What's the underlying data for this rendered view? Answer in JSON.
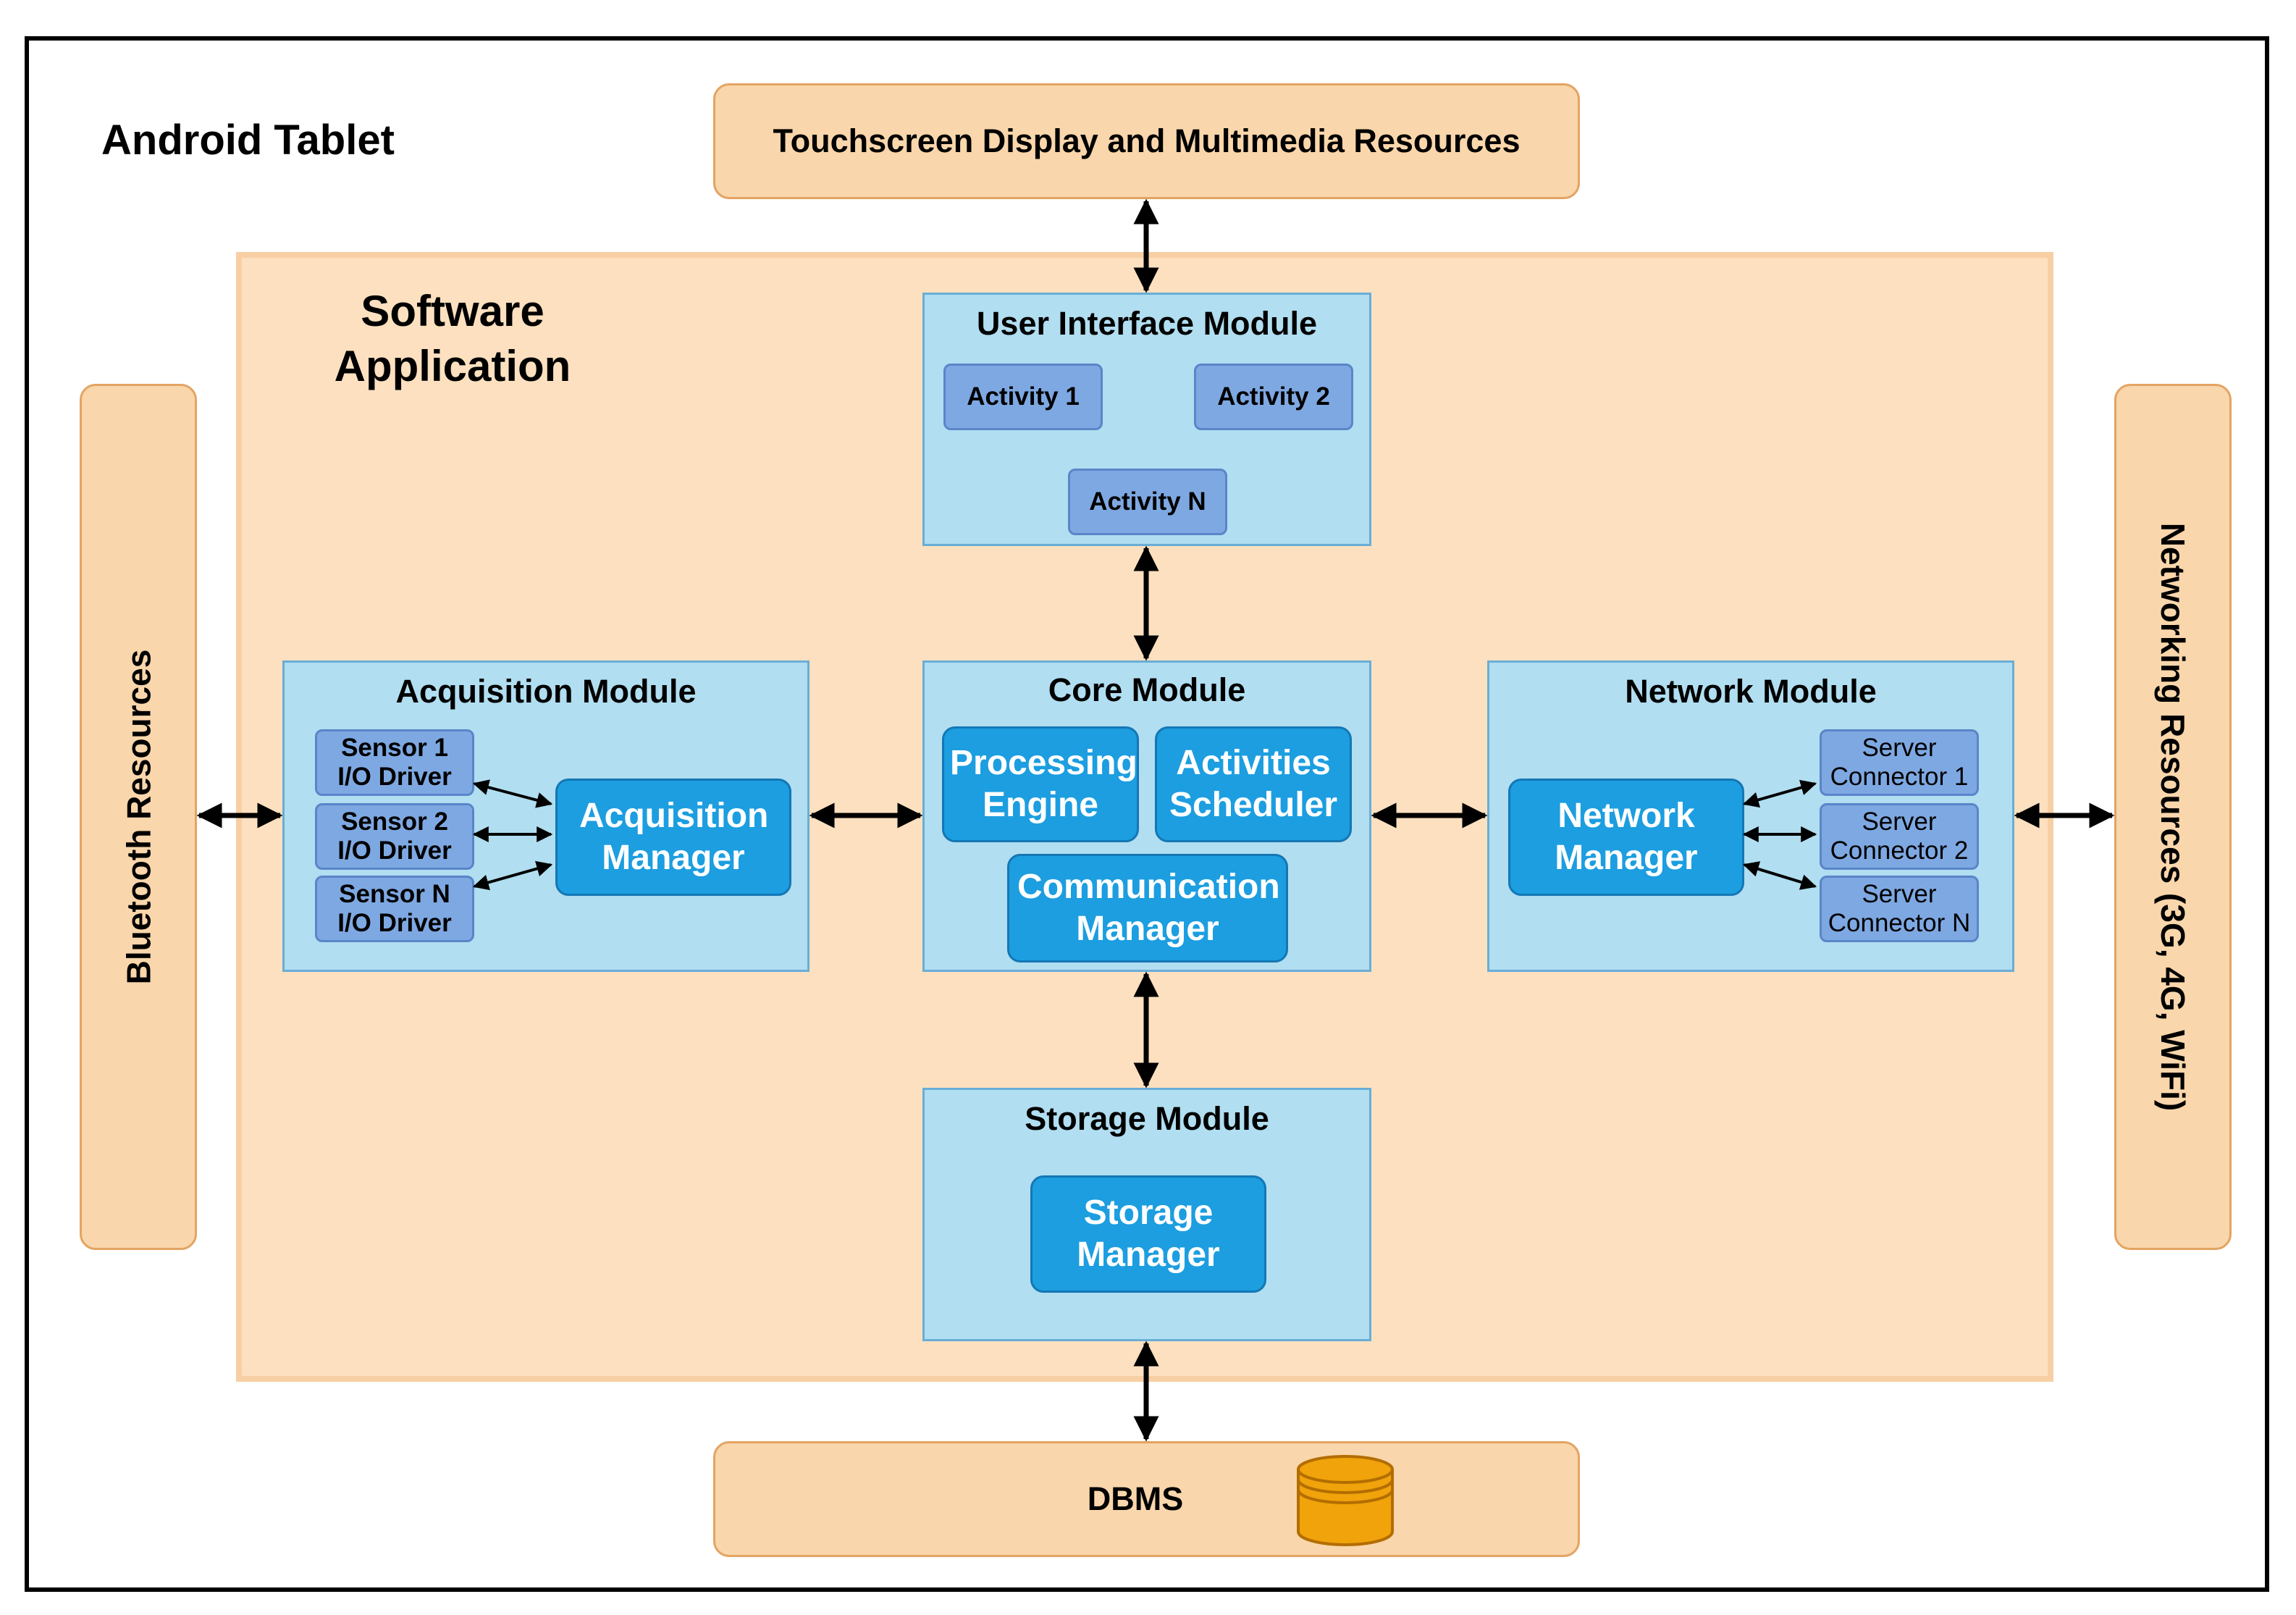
{
  "tablet": {
    "title": "Android Tablet"
  },
  "software": {
    "title": "Software Application"
  },
  "external": {
    "touchscreen": "Touchscreen Display and Multimedia Resources",
    "bluetooth": "Bluetooth Resources",
    "networking": "Networking Resources (3G, 4G, WiFi)",
    "dbms": "DBMS"
  },
  "modules": {
    "ui": {
      "title": "User Interface Module",
      "activities": [
        "Activity 1",
        "Activity 2",
        "Activity N"
      ]
    },
    "acquisition": {
      "title": "Acquisition Module",
      "manager": "Acquisition Manager",
      "drivers": [
        "Sensor 1 I/O Driver",
        "Sensor 2 I/O Driver",
        "Sensor N I/O Driver"
      ]
    },
    "core": {
      "title": "Core Module",
      "processing": "Processing Engine",
      "scheduler": "Activities Scheduler",
      "communication": "Communication Manager"
    },
    "network": {
      "title": "Network Module",
      "manager": "Network Manager",
      "connectors": [
        "Server Connector 1",
        "Server Connector 2",
        "Server Connector N"
      ]
    },
    "storage": {
      "title": "Storage Module",
      "manager": "Storage Manager"
    }
  },
  "colors": {
    "external_fill": "#f9d6ab",
    "software_fill": "#fce0bf",
    "module_fill": "#b1def0",
    "submodule_fill": "#7ea8e2",
    "manager_fill": "#1c9ee0",
    "database_fill": "#f0a30a"
  }
}
